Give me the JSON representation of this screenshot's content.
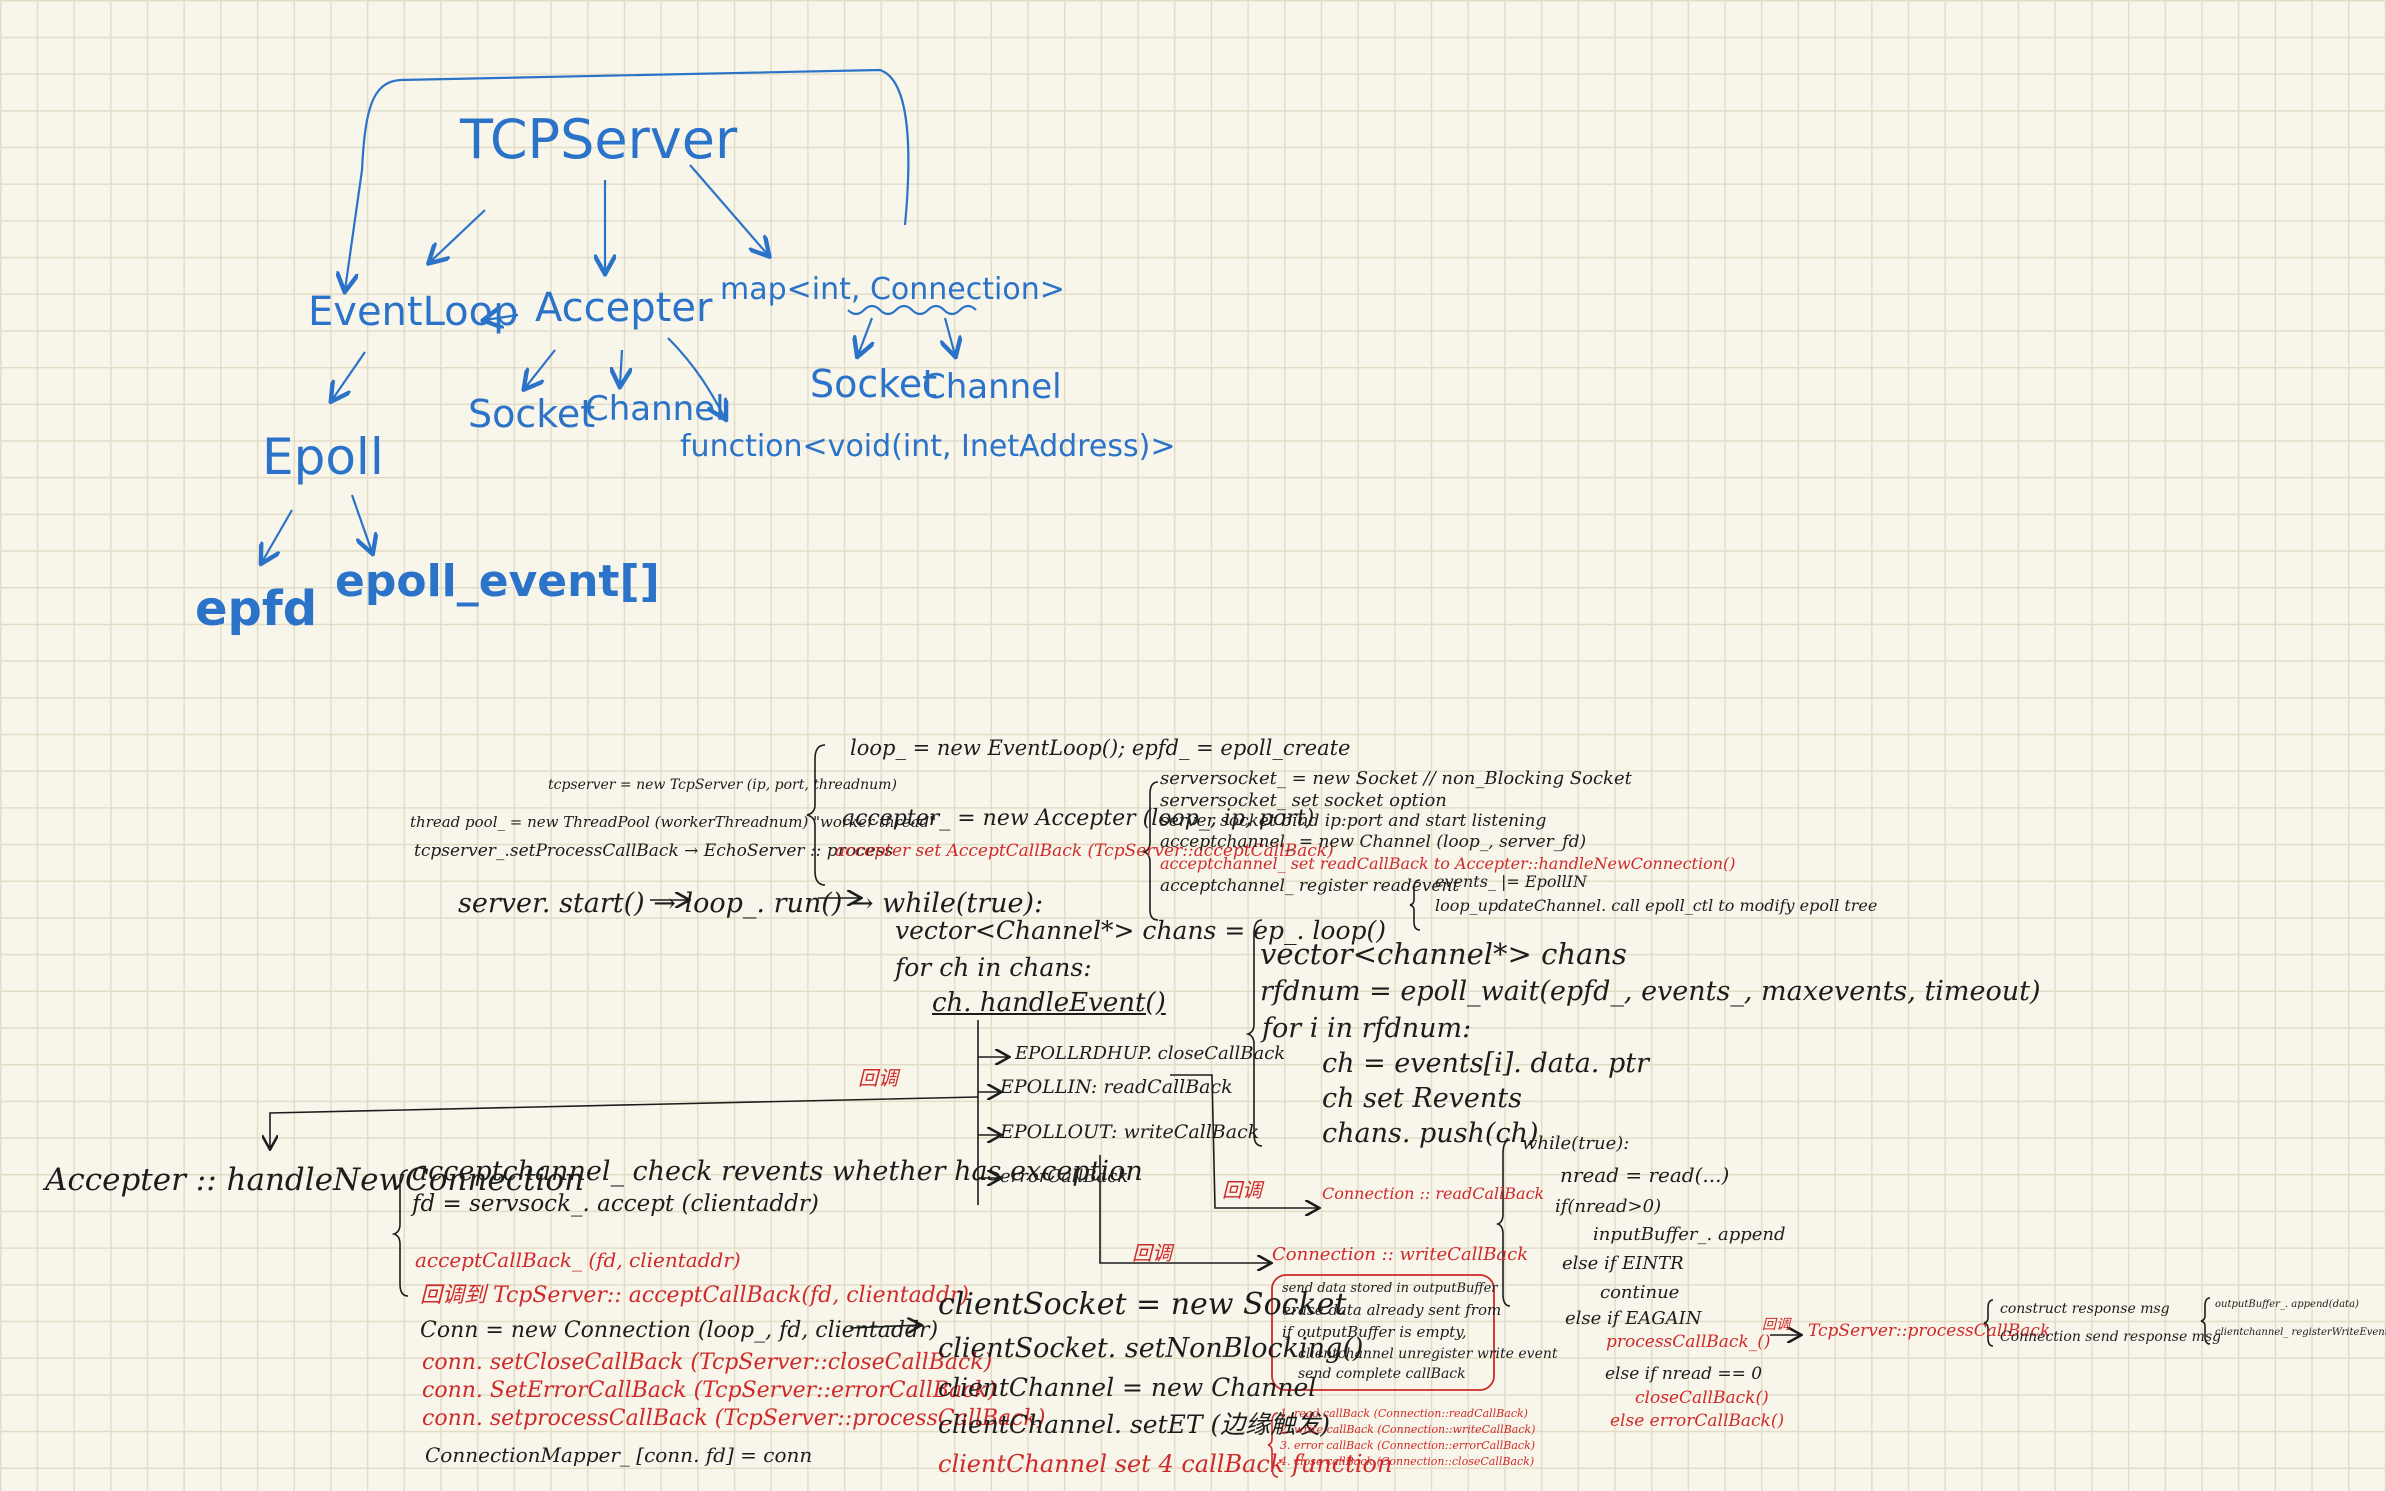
{
  "colors": {
    "blue": "#2a73c9",
    "black": "#1c1c1c",
    "red": "#cf2a2a",
    "grid": "#e3ddc8",
    "paper": "#f8f5ea"
  },
  "top_diagram": {
    "tcpserver": "TCPServer",
    "eventloop": "EventLoop",
    "accepter": "Accepter",
    "map": "map<int, Connection>",
    "acc_socket": "Socket",
    "acc_channel": "Channel",
    "conn_socket": "Socket",
    "conn_channel": "Channel",
    "function": "function<void(int, InetAddress)>",
    "epoll": "Epoll",
    "epfd": "epfd",
    "epoll_event": "epoll_event[]"
  },
  "init": {
    "tcpserver_new": "tcpserver = new TcpServer (ip, port, threadnum)",
    "threadpool": "thread pool_ = new ThreadPool (workerThreadnum) \"worker thread\"",
    "set_process": "tcpserver_.setProcessCallBack → EchoServer :: process",
    "loop_new": "loop_ = new EventLoop(); epfd_ = epoll_create",
    "accepter_new": "accepter_ = new Accepter (loop_, ip, port)",
    "accepter_set": "accepter set AcceptCallBack (TcpServer::acceptCallBack)",
    "ss_new": "serversocket_ = new Socket // non_Blocking Socket",
    "ss_opt": "serversocket_ set socket option",
    "ss_bind": "server socket bind ip:port and start listening",
    "ac_new": "acceptchannel_ = new Channel (loop_, server_fd)",
    "ac_set_read": "acceptchannel_ set readCallBack to Accepter::handleNewConnection()",
    "ac_register": "acceptchannel_ register readevent",
    "events_epollin": "events_ |= EpollIN",
    "loop_update": "loop_updateChannel. call epoll_ctl to modify epoll tree"
  },
  "loop": {
    "server_start": "server. start() → loop_. run() → while(true):",
    "chans_loop": "vector<Channel*> chans = ep_. loop()",
    "for_ch": "for ch in chans:",
    "handle_event": "ch. handleEvent()",
    "epoll_vec": "vector<channel*> chans",
    "epoll_wait": "rfdnum = epoll_wait(epfd_, events_, maxevents, timeout)",
    "for_i": "for i in rfdnum:",
    "ch_assign": "ch = events[i]. data. ptr",
    "set_revents": "ch set Revents",
    "push": "chans. push(ch)"
  },
  "events": {
    "rdhup": "EPOLLRDHUP. closeCallBack",
    "in": "EPOLLIN: readCallBack",
    "out": "EPOLLOUT: writeCallBack",
    "error": "errorCallBack",
    "callback1": "回调",
    "callback2": "回调",
    "callback3": "回调"
  },
  "accepter_handle": {
    "title": "Accepter :: handleNewConnection",
    "check": "acceptchannel_ check revents whether has exception",
    "fd_accept": "fd = servsock_. accept (clientaddr)",
    "accept_cb": "acceptCallBack_ (fd, clientaddr)",
    "callback_tcp": "回调到 TcpServer:: acceptCallBack(fd, clientaddr)",
    "conn_new": "Conn = new Connection (loop_, fd, clientaddr)",
    "set_close": "conn. setCloseCallBack (TcpServer::closeCallBack)",
    "set_error": "conn. SetErrorCallBack (TcpServer::errorCallBack)",
    "set_process": "conn. setprocessCallBack (TcpServer::processCallBack)",
    "mapper": "ConnectionMapper_ [conn. fd] = conn"
  },
  "client": {
    "socket_new": "clientSocket = new Socket",
    "nonblocking": "clientSocket. setNonBlocking()",
    "channel_new": "clientChannel = new Channel",
    "set_et": "clientChannel. setET (边缘触发)",
    "set4": "clientChannel set 4 callBack function",
    "cb_list": [
      "1. read callBack (Connection::readCallBack)",
      "2. write callBack (Connection::writeCallBack)",
      "3. error callBack (Connection::errorCallBack)",
      "4. close callBack (Connection::closeCallBack)"
    ]
  },
  "connection": {
    "read_cb": "Connection :: readCallBack",
    "write_cb": "Connection :: writeCallBack",
    "write_notes": [
      "send data stored in outputBuffer",
      "erase data already sent from",
      "if outputBuffer is empty,",
      "clientchannel unregister write event",
      "send complete callBack"
    ],
    "read_loop": [
      "while(true):",
      "nread = read(...)",
      "if(nread>0)",
      "inputBuffer_. append",
      "else if EINTR",
      "continue",
      "else if EAGAIN",
      "processCallBack_()",
      "else if nread == 0",
      "closeCallBack()",
      "else errorCallBack()"
    ],
    "process_arrow": "回调",
    "process_tcp": "TcpServer::processCallBack",
    "construct": "construct response msg",
    "send_resp": "Connection send response msg",
    "output_append": "outputBuffer_. append(data)",
    "register_write": "clientchannel_ registerWriteEvent"
  }
}
